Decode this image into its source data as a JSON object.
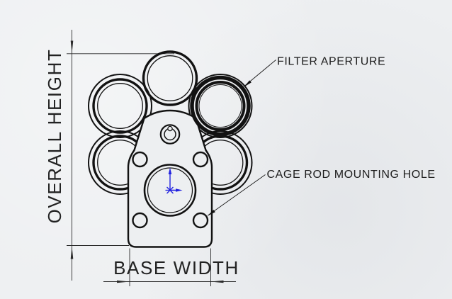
{
  "drawing": {
    "type": "cad-engineering-drawing",
    "subject": "filter wheel mounted on cage plate, front view",
    "labels": {
      "filter_aperture": "FILTER APERTURE",
      "cage_rod_mounting_hole": "CAGE ROD MOUNTING HOLE"
    },
    "dimensions": {
      "overall_height_label": "OVERALL HEIGHT",
      "base_width_label": "BASE WIDTH"
    },
    "features": {
      "filter_rings_visible": 5,
      "cage_rod_mounting_holes": 4,
      "central_bore": 1,
      "hub_pivot": 1
    },
    "colors": {
      "paper": "#edeff1",
      "ink": "#121212",
      "dimension_ink": "#2a2a2a",
      "origin_triad_blue": "#2222e0"
    }
  }
}
